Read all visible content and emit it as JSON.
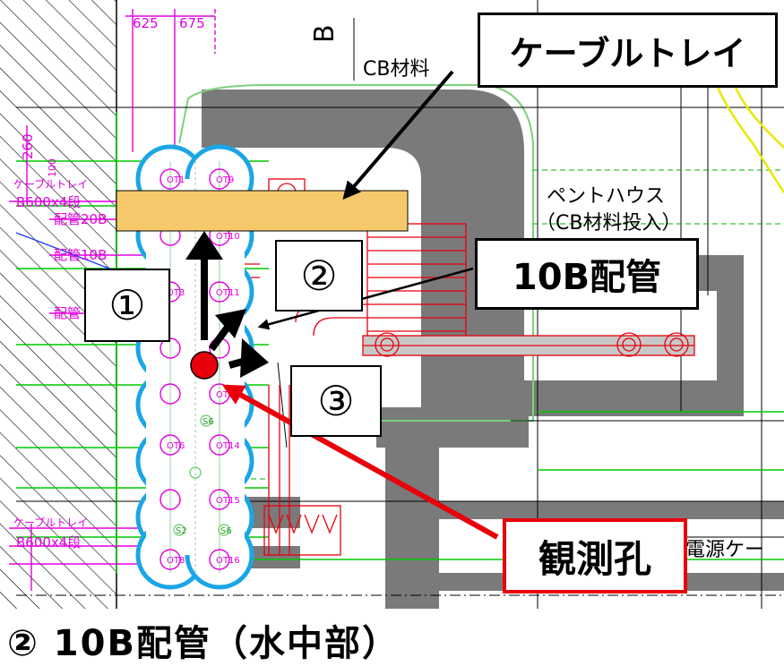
{
  "dims": {
    "left": "625",
    "right": "675"
  },
  "top_label": "B",
  "labels": {
    "cb_material": "CB材料",
    "penthouse_line1": "ペントハウス",
    "penthouse_line2": "（CB材料投入）",
    "power_cable": "電源ケー",
    "dim_260": "260",
    "dim_100": "100",
    "tray_upper_line1": "ケーブルトレイ",
    "tray_upper_line2": "B600x4段",
    "pipe_20b": "配管20B",
    "pipe_10b": "配管10B",
    "pipe_plain": "配管",
    "tray_lower_line1": "ケーブルトレイ",
    "tray_lower_line2": "B600x4段",
    "pile_labels": [
      "OT1",
      "OT9",
      "OT10",
      "OT3",
      "OT11",
      "OT13",
      "OT6",
      "OT14",
      "OT15",
      "OT16",
      "OT8",
      "S6",
      "S2",
      "S6"
    ]
  },
  "callouts": {
    "cable_tray": "ケーブルトレイ",
    "pipe_10b": "10B配管",
    "observation_hole": "観測孔",
    "num1": "①",
    "num2": "②",
    "num3": "③"
  },
  "caption": "②  10B配管（水中部）",
  "colors": {
    "concrete": "#7a7a7a",
    "pile_outline": "#1aa6e6",
    "tray_fill": "#f5c96b",
    "pipe": "#e8000b",
    "dimension": "#e000e0",
    "grid_green": "#00c800",
    "dashed_green": "#00b000",
    "yellow_line": "#e8e800",
    "observation_dot": "#e8000b"
  }
}
